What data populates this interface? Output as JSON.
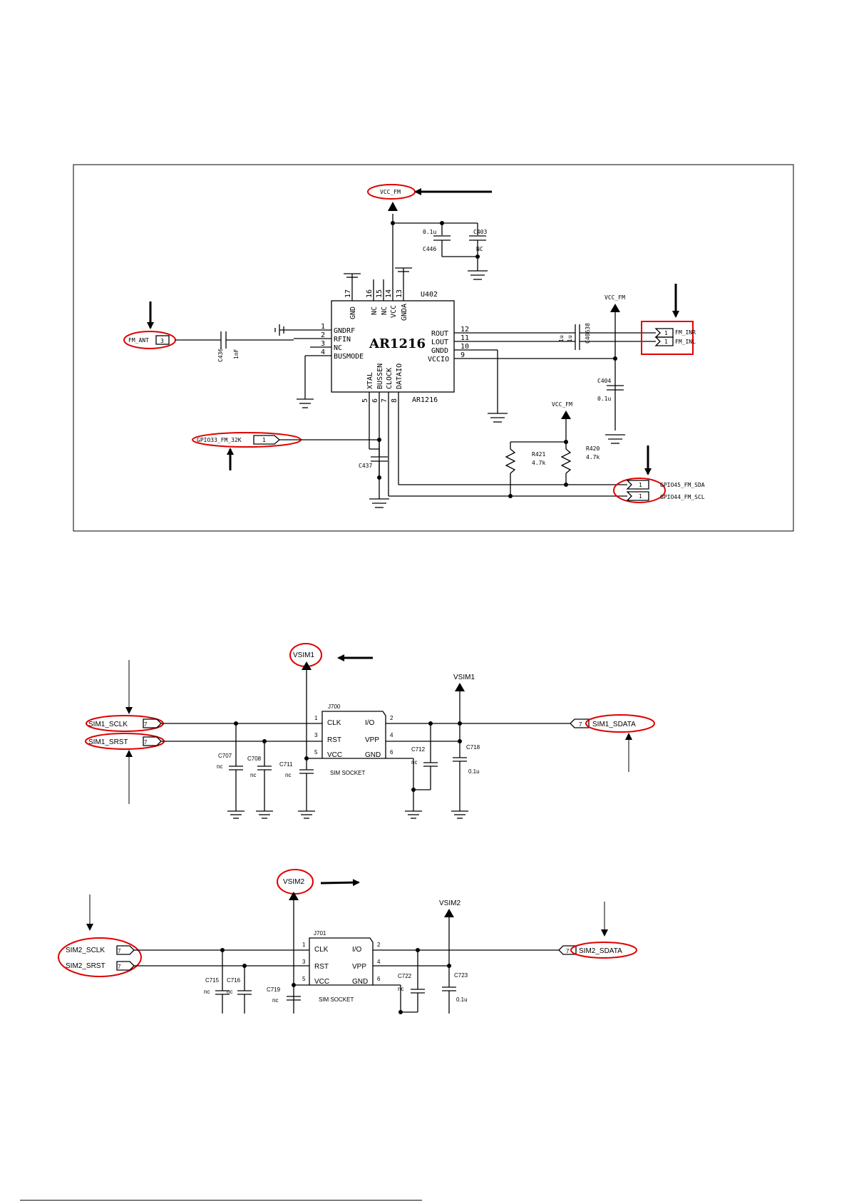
{
  "fm": {
    "chip_name": "AR1216",
    "chip_ref": "U402",
    "chip_part": "AR1216",
    "left_pins": [
      {
        "num": "1",
        "name": "GNDRF"
      },
      {
        "num": "2",
        "name": "RFIN"
      },
      {
        "num": "3",
        "name": "NC"
      },
      {
        "num": "4",
        "name": "BUSMODE"
      }
    ],
    "right_pins": [
      {
        "num": "12",
        "name": "ROUT"
      },
      {
        "num": "11",
        "name": "LOUT"
      },
      {
        "num": "10",
        "name": "GNDD"
      },
      {
        "num": "9",
        "name": "VCCIO"
      }
    ],
    "top_pins": [
      {
        "num": "17",
        "name": "GND"
      },
      {
        "num": "16",
        "name": "NC"
      },
      {
        "num": "15",
        "name": "NC"
      },
      {
        "num": "14",
        "name": "VCC"
      },
      {
        "num": "13",
        "name": "GNDA"
      }
    ],
    "bottom_pins": [
      {
        "num": "5",
        "name": "XTAL"
      },
      {
        "num": "6",
        "name": "BUSSEN"
      },
      {
        "num": "7",
        "name": "CLOCK"
      },
      {
        "num": "8",
        "name": "DATAIO"
      }
    ],
    "vcc_fm_top": "VCC_FM",
    "vcc_fm_right": "VCC_FM",
    "vcc_fm_pullup": "VCC_FM",
    "cap_c446_value": "0.1u",
    "cap_c446_ref": "C446",
    "cap_c403_ref": "C403",
    "cap_c403_value": "NC",
    "cap_c436_ref": "C436",
    "cap_c436_value": "1nF",
    "cap_out_value_1": "1u",
    "cap_out_value_2": "1u",
    "cap_out_ref": "C40638",
    "cap_c404_ref": "C404",
    "cap_c404_value": "0.1u",
    "cap_c437_ref": "C437",
    "res_r421_ref": "R421",
    "res_r421_value": "4.7k",
    "res_r420_ref": "R420",
    "res_r420_value": "4.7k",
    "fm_ant_label": "FM_ANT",
    "fm_ant_pin": "3",
    "gpio33_label": "GPIO33_FM_32K",
    "gpio33_pin": "1",
    "fm_inr_label": "FM_INR",
    "fm_inr_pin": "1",
    "fm_inl_label": "FM_INL",
    "fm_inl_pin": "1",
    "gpio45_label": "GPIO45_FM_SDA",
    "gpio45_pin": "1",
    "gpio44_label": "GPIO44_FM_SCL",
    "gpio44_pin": "1"
  },
  "sim1": {
    "vsim_top": "VSIM1",
    "vsim_right": "VSIM1",
    "connector_ref": "J700",
    "socket_label": "SIM SOCKET",
    "pins_left": [
      {
        "num": "1",
        "name": "CLK"
      },
      {
        "num": "3",
        "name": "RST"
      },
      {
        "num": "5",
        "name": "VCC"
      }
    ],
    "pins_right": [
      {
        "num": "2",
        "name": "I/O"
      },
      {
        "num": "4",
        "name": "VPP"
      },
      {
        "num": "6",
        "name": "GND"
      }
    ],
    "sclk_label": "SIM1_SCLK",
    "srst_label": "SIM1_SRST",
    "sdata_label": "SIM1_SDATA",
    "port_num": "7",
    "caps": [
      {
        "ref": "C707",
        "value": "nc"
      },
      {
        "ref": "C708",
        "value": "nc"
      },
      {
        "ref": "C711",
        "value": "nc"
      },
      {
        "ref": "C712",
        "value": "nc"
      },
      {
        "ref": "C718",
        "value": "0.1u"
      }
    ]
  },
  "sim2": {
    "vsim_top": "VSIM2",
    "vsim_right": "VSIM2",
    "connector_ref": "J701",
    "socket_label": "SIM SOCKET",
    "pins_left": [
      {
        "num": "1",
        "name": "CLK"
      },
      {
        "num": "3",
        "name": "RST"
      },
      {
        "num": "5",
        "name": "VCC"
      }
    ],
    "pins_right": [
      {
        "num": "2",
        "name": "I/O"
      },
      {
        "num": "4",
        "name": "VPP"
      },
      {
        "num": "6",
        "name": "GND"
      }
    ],
    "sclk_label": "SIM2_SCLK",
    "srst_label": "SIM2_SRST",
    "sdata_label": "SIM2_SDATA",
    "port_num": "7",
    "caps": [
      {
        "ref": "C715",
        "value": "nc"
      },
      {
        "ref": "C716",
        "value": "nc"
      },
      {
        "ref": "C719",
        "value": "nc"
      },
      {
        "ref": "C722",
        "value": "nc"
      },
      {
        "ref": "C723",
        "value": "0.1u"
      }
    ]
  },
  "colors": {
    "highlight": "#e00000",
    "ink": "#000000"
  }
}
